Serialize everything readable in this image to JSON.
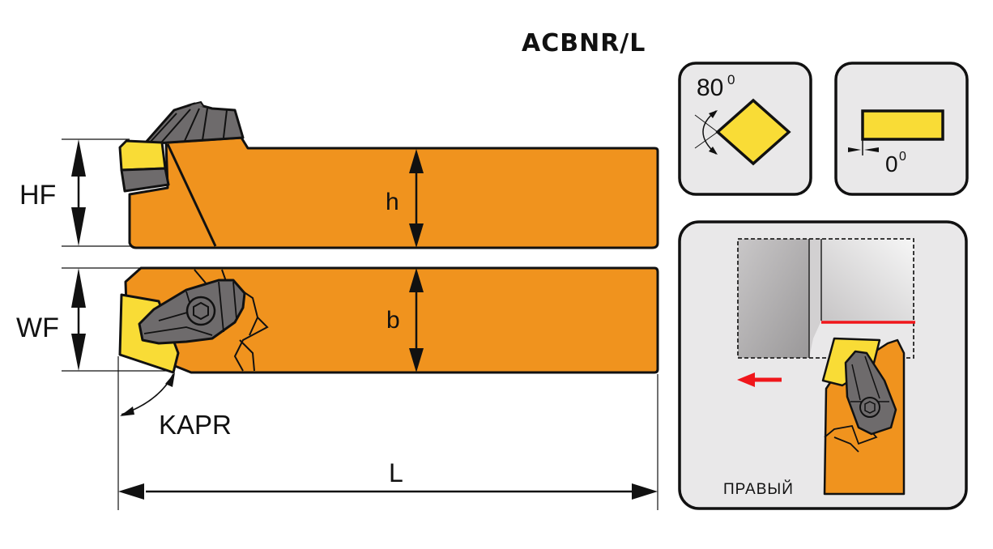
{
  "title": "ACBNR/L",
  "colors": {
    "holder_body": "#F0931E",
    "insert_yellow": "#F9DC36",
    "clamp_gray": "#6E6B6C",
    "panel_bg": "#E9E8E9",
    "feed_arrow": "#F0161B",
    "outline": "#111111"
  },
  "dimensions": {
    "hf": "HF",
    "h": "h",
    "wf": "WF",
    "b": "b",
    "kapr": "KAPR",
    "l": "L"
  },
  "insert_shape_panel": {
    "angle_value": "80",
    "angle_unit": "0",
    "shape": "rhombic insert"
  },
  "clearance_panel": {
    "angle_value": "0",
    "angle_unit": "0",
    "shape": "rectangular insert profile"
  },
  "application_panel": {
    "hand_label": "ПРАВЫЙ",
    "direction": "feed-left-arrow"
  }
}
